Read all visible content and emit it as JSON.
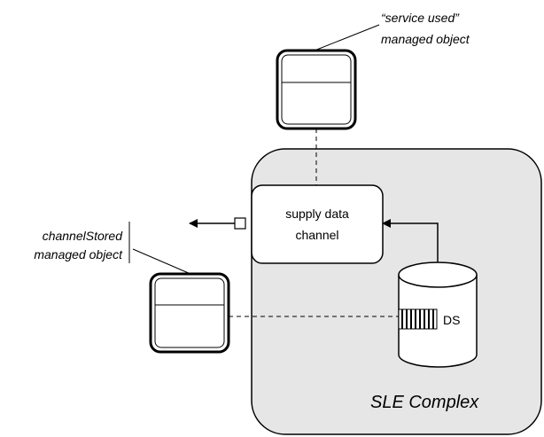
{
  "labels": {
    "service_used_line1": "“service used”",
    "service_used_line2": "managed object",
    "channel_stored_line1": "channelStored",
    "channel_stored_line2": "managed object",
    "supply_line1": "supply data",
    "supply_line2": "channel",
    "ds": "DS",
    "complex": "SLE Complex"
  },
  "colors": {
    "complex_fill": "#e6e6e6",
    "stroke": "#000000",
    "box_fill": "#ffffff"
  }
}
